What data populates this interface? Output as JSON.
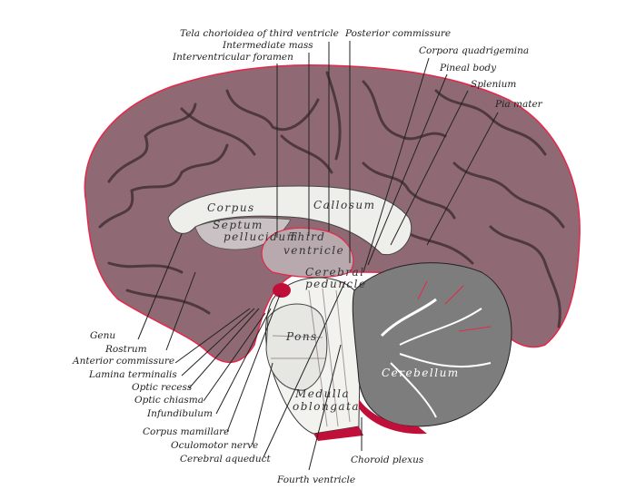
{
  "figure": {
    "colors": {
      "cortex": "#8f6a74",
      "cortex_light": "#b48d97",
      "sulcus": "#3a2a2e",
      "pia": "#e8264a",
      "white_matter": "#eeeeea",
      "cerebellum": "#7d7d7d"
    },
    "inner_labels": {
      "corpus": "Corpus",
      "callosum": "Callosum",
      "septum": "Septum",
      "pellucidum": "pellucidum",
      "third": "Third",
      "ventricle": "ventricle",
      "cerebral": "Cerebral",
      "peduncle": "peduncle",
      "pons": "Pons",
      "medulla": "Medulla",
      "oblongata": "oblongata",
      "cerebellum": "Cerebellum"
    },
    "labels": {
      "tela": "Tela chorioidea of third ventricle",
      "intermediate_mass": "Intermediate mass",
      "interventricular_foramen": "Interventricular foramen",
      "posterior_commissure": "Posterior commissure",
      "corpora_quadrigemina": "Corpora quadrigemina",
      "pineal_body": "Pineal body",
      "splenium": "Splenium",
      "pia_mater": "Pia mater",
      "genu": "Genu",
      "rostrum": "Rostrum",
      "anterior_commissure": "Anterior  commissure",
      "lamina_terminalis": "Lamina terminalis",
      "optic_recess": "Optic recess",
      "optic_chiasma": "Optic chiasma",
      "infundibulum": "Infundibulum",
      "corpus_mamillare": "Corpus mamillare",
      "oculomotor_nerve": "Oculomotor nerve",
      "cerebral_aqueduct": "Cerebral aqueduct",
      "choroid_plexus": "Choroid plexus",
      "fourth_ventricle": "Fourth ventricle"
    }
  }
}
